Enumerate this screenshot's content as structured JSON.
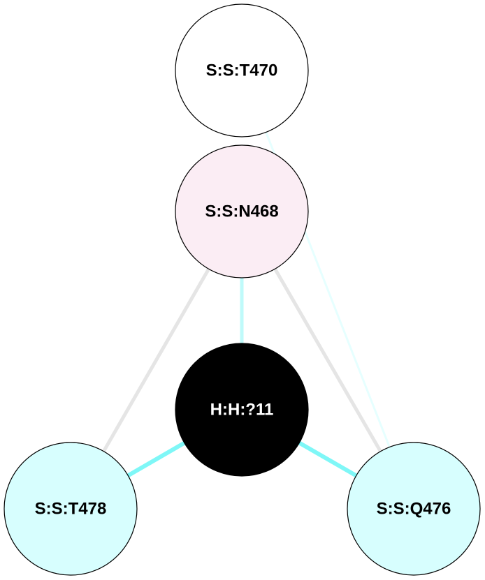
{
  "nodes": [
    {
      "id": "T470",
      "label": "S:S:T470",
      "fill": "#ffffff",
      "text_color": "#000000"
    },
    {
      "id": "N468",
      "label": "S:S:N468",
      "fill": "#fbedf4",
      "text_color": "#000000"
    },
    {
      "id": "H11",
      "label": "H:H:?11",
      "fill": "#000000",
      "text_color": "#ffffff"
    },
    {
      "id": "T478",
      "label": "S:S:T478",
      "fill": "#d7fefe",
      "text_color": "#000000"
    },
    {
      "id": "Q476",
      "label": "S:S:Q476",
      "fill": "#d7fefe",
      "text_color": "#000000"
    }
  ],
  "edges": [
    {
      "from": "N468",
      "to": "T478",
      "color": "#e5e5e5",
      "weight": "medium"
    },
    {
      "from": "N468",
      "to": "Q476",
      "color": "#e5e5e5",
      "weight": "medium"
    },
    {
      "from": "T470",
      "to": "Q476",
      "color": "#e6ffff",
      "weight": "thin"
    },
    {
      "from": "N468",
      "to": "H11",
      "color": "#bffafa",
      "weight": "medium"
    },
    {
      "from": "H11",
      "to": "T478",
      "color": "#7ff7f7",
      "weight": "thick"
    },
    {
      "from": "H11",
      "to": "Q476",
      "color": "#7ff7f7",
      "weight": "thick"
    }
  ]
}
